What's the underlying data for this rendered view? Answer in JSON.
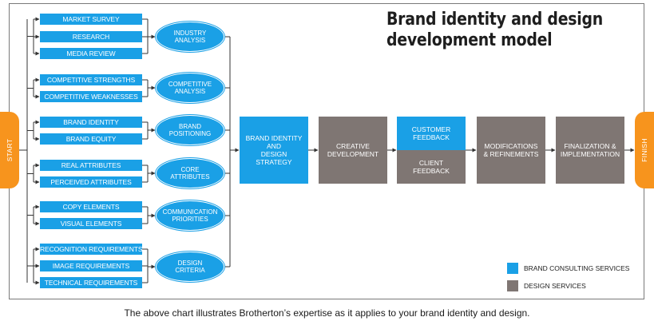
{
  "title": {
    "line1": "Brand identity and design",
    "line2": "development model"
  },
  "start_label": "START",
  "finish_label": "FINISH",
  "groups": [
    {
      "items": [
        "MARKET SURVEY",
        "RESEARCH",
        "MEDIA REVIEW"
      ],
      "ellipse": "INDUSTRY\nANALYSIS"
    },
    {
      "items": [
        "COMPETITIVE STRENGTHS",
        "COMPETITIVE WEAKNESSES"
      ],
      "ellipse": "COMPETITIVE\nANALYSIS"
    },
    {
      "items": [
        "BRAND IDENTITY",
        "BRAND EQUITY"
      ],
      "ellipse": "BRAND\nPOSITIONING"
    },
    {
      "items": [
        "REAL ATTRIBUTES",
        "PERCEIVED ATTRIBUTES"
      ],
      "ellipse": "CORE\nATTRIBUTES"
    },
    {
      "items": [
        "COPY ELEMENTS",
        "VISUAL ELEMENTS"
      ],
      "ellipse": "COMMUNICATION\nPRIORITIES"
    },
    {
      "items": [
        "RECOGNITION REQUIREMENTS",
        "IMAGE REQUIREMENTS",
        "TECHNICAL REQUIREMENTS"
      ],
      "ellipse": "DESIGN\nCRITERIA"
    }
  ],
  "stages": {
    "strategy": "BRAND IDENTITY\nAND\nDESIGN\nSTRATEGY",
    "creative": "CREATIVE\nDEVELOPMENT",
    "customer_feedback": "CUSTOMER\nFEEDBACK",
    "client_feedback": "CLIENT\nFEEDBACK",
    "modifications": "MODIFICATIONS\n& REFINEMENTS",
    "finalization": "FINALIZATION &\nIMPLEMENTATION"
  },
  "legend": [
    {
      "label": "BRAND CONSULTING SERVICES",
      "color": "#1aa0e6"
    },
    {
      "label": "DESIGN SERVICES",
      "color": "#7f7673"
    }
  ],
  "colors": {
    "consulting": "#1aa0e6",
    "design": "#7f7673",
    "start_finish": "#f7941d",
    "line": "#333333"
  },
  "caption": "The above chart illustrates Brotherton’s expertise as it applies to your brand identity and design."
}
